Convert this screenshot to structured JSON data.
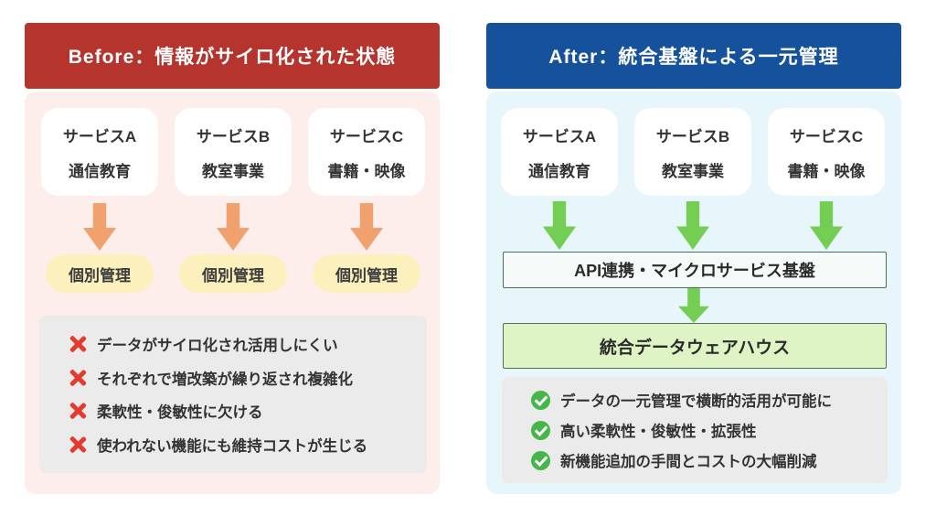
{
  "colors": {
    "header-before": "#b5342e",
    "header-after": "#15529b",
    "body-before": "#fdedeb",
    "body-after": "#e7f6fa",
    "arrow-before": "#f0a16e",
    "arrow-after": "#74ce54",
    "pill-bg": "#fcf1bd",
    "list-bg": "#ebebeb",
    "x-color": "#e23b30",
    "check-color": "#45b649",
    "api-bg": "#f4fbf8",
    "api-border": "#4e6e5e",
    "wh-bg": "#def4c4",
    "wh-border": "#5d6b55"
  },
  "before": {
    "title": "Before：情報がサイロ化された状態",
    "services": [
      {
        "line1": "サービスA",
        "line2": "通信教育"
      },
      {
        "line1": "サービスB",
        "line2": "教室事業"
      },
      {
        "line1": "サービスC",
        "line2": "書籍・映像"
      }
    ],
    "pills": [
      "個別管理",
      "個別管理",
      "個別管理"
    ],
    "issues": [
      "データがサイロ化され活用しにくい",
      "それぞれで増改築が繰り返され複雑化",
      "柔軟性・俊敏性に欠ける",
      "使われない機能にも維持コストが生じる"
    ]
  },
  "after": {
    "title": "After：統合基盤による一元管理",
    "services": [
      {
        "line1": "サービスA",
        "line2": "通信教育"
      },
      {
        "line1": "サービスB",
        "line2": "教室事業"
      },
      {
        "line1": "サービスC",
        "line2": "書籍・映像"
      }
    ],
    "api_platform_label": "API連携・マイクロサービス基盤",
    "warehouse_label": "統合データウェアハウス",
    "benefits": [
      "データの一元管理で横断的活用が可能に",
      "高い柔軟性・俊敏性・拡張性",
      "新機能追加の手間とコストの大幅削減"
    ]
  }
}
